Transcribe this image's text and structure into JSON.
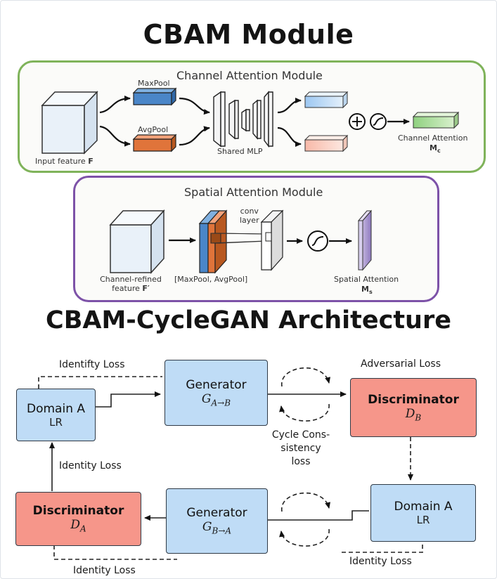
{
  "titles": {
    "cbam": "CBAM Module",
    "cyclegan": "CBAM-CycleGAN Architecture"
  },
  "channel_module": {
    "title": "Channel Attention Module",
    "input_label": "Input feature ",
    "input_symbol": "F",
    "maxpool": "MaxPool",
    "avgpool": "AvgPool",
    "mlp": "Shared MLP",
    "output_label": "Channel Attention",
    "output_symbol": "M",
    "output_sub": "c"
  },
  "spatial_module": {
    "title": "Spatial Attention Module",
    "input_line1": "Channel-refined",
    "input_line2": "feature ",
    "input_symbol": "F′",
    "pool_label": "[MaxPool, AvgPool]",
    "conv_line1": "conv",
    "conv_line2": "layer",
    "output_label": "Spatial Attention",
    "output_symbol": "M",
    "output_sub": "s"
  },
  "cyclegan": {
    "domain_a_top": {
      "line1": "Domain A",
      "line2": "LR"
    },
    "domain_a_right": {
      "line1": "Domain A",
      "line2": "LR"
    },
    "gen_ab": {
      "label": "Generator",
      "sym": "G",
      "sub": "A→B"
    },
    "gen_ba": {
      "label": "Generator",
      "sym": "G",
      "sub": "B→A"
    },
    "disc_b": {
      "label": "Discriminator",
      "sym": "D",
      "sub": "B"
    },
    "disc_a": {
      "label": "Discriminator",
      "sym": "D",
      "sub": "A"
    },
    "losses": {
      "identifty_top": "Identifty Loss",
      "adversarial": "Adversarial Loss",
      "cycle_1": "Cycle Cons-",
      "cycle_2": "sistency",
      "cycle_3": "loss",
      "identity_left": "Identity Loss",
      "identity_bottom": "Identity Loss",
      "identity_right": "Identity Loss"
    }
  },
  "colors": {
    "cam_border": "#7fb35a",
    "sam_border": "#7d52a8",
    "generator": "#bfdcf6",
    "domain": "#bfdcf6",
    "discriminator": "#f6968a",
    "maxpool": "#4a86c8",
    "avgpool": "#e0743a"
  }
}
